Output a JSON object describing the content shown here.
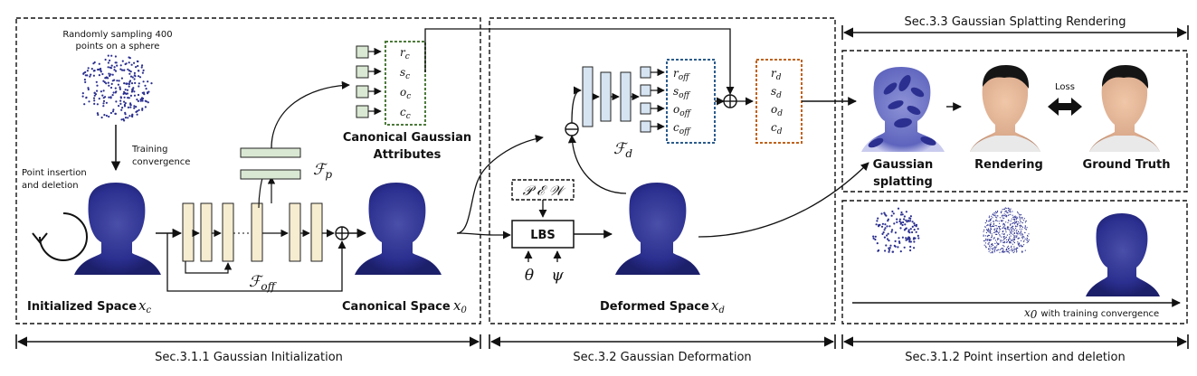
{
  "sections": {
    "init": "Sec.3.1.1 Gaussian Initialization",
    "deform": "Sec.3.2 Gaussian Deformation",
    "render": "Sec.3.3 Gaussian Splatting Rendering",
    "insert": "Sec.3.1.2 Point insertion and deletion"
  },
  "init_panel": {
    "sampling_line1": "Randomly sampling 400",
    "sampling_line2": "points on a sphere",
    "training_line1": "Training",
    "training_line2": "convergence",
    "point_ins_line1": "Point insertion",
    "point_ins_line2": "and deletion",
    "initialized_space": "Initialized Space",
    "initialized_var": "x",
    "initialized_sub": "c",
    "canonical_space": "Canonical Space",
    "canonical_var": "x",
    "canonical_sub": "0",
    "f_off": "ℱ",
    "f_off_sub": "off",
    "f_p": "ℱ",
    "f_p_sub": "p",
    "attrs_title_line1": "Canonical Gaussian",
    "attrs_title_line2": "Attributes",
    "attrs": [
      {
        "sym": "r",
        "sub": "c"
      },
      {
        "sym": "s",
        "sub": "c"
      },
      {
        "sym": "o",
        "sub": "c"
      },
      {
        "sym": "c",
        "sub": "c"
      }
    ]
  },
  "deform_panel": {
    "pew": "𝒫 ℰ 𝒲",
    "lbs": "LBS",
    "theta": "θ",
    "psi": "ψ",
    "f_d": "ℱ",
    "f_d_sub": "d",
    "deformed_space": "Deformed Space",
    "deformed_var": "x",
    "deformed_sub": "d",
    "offsets": [
      {
        "sym": "r",
        "sub": "off"
      },
      {
        "sym": "s",
        "sub": "off"
      },
      {
        "sym": "o",
        "sub": "off"
      },
      {
        "sym": "c",
        "sub": "off"
      }
    ],
    "deformed_attrs": [
      {
        "sym": "r",
        "sub": "d"
      },
      {
        "sym": "s",
        "sub": "d"
      },
      {
        "sym": "o",
        "sub": "d"
      },
      {
        "sym": "c",
        "sub": "d"
      }
    ]
  },
  "render_panel": {
    "splat_line1": "Gaussian",
    "splat_line2": "splatting",
    "rendering": "Rendering",
    "ground_truth": "Ground Truth",
    "loss": "Loss"
  },
  "insert_panel": {
    "axis_var": "x",
    "axis_sub": "0",
    "axis_text": "with training convergence"
  },
  "colors": {
    "mlp_fill": "#f6ecd0",
    "mlp_stroke": "#222222",
    "attr_fill": "#d9e8d2",
    "deform_mlp_fill": "#d6e4f2",
    "attr_border_green": "#4c7a3a",
    "attr_border_blue": "#2b5c8c",
    "attr_border_orange": "#c0621a",
    "point_cloud": "#2b2f8f",
    "skin": "#d9a88a"
  }
}
